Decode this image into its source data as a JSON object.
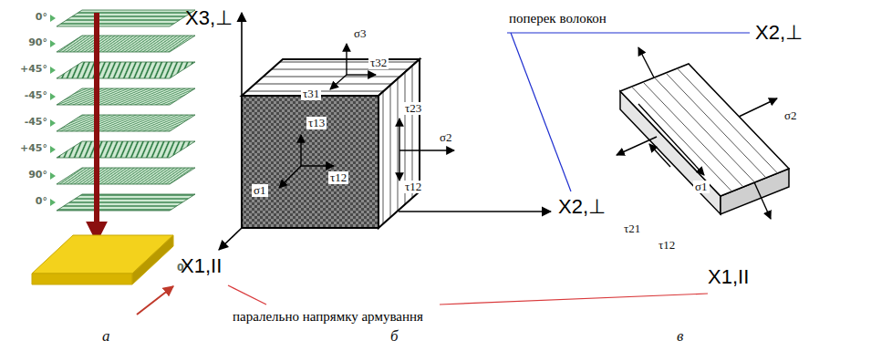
{
  "diagram": {
    "labels": [
      "0°",
      "90°",
      "+45°",
      "-45°",
      "-45°",
      "+45°",
      "90°",
      "0°",
      "0°",
      "X3,⊥",
      "поперек волокон",
      "X2,⊥",
      "σ3",
      "τ32",
      "τ31",
      "τ23",
      "τ13",
      "σ1",
      "τ12",
      "σ2",
      "τ12",
      "X2,⊥",
      "σ2",
      "τ21",
      "τ12",
      "σ1",
      "X1,II",
      "X1,II",
      "паралельно напрямку армування",
      "а",
      "б",
      "в"
    ]
  }
}
